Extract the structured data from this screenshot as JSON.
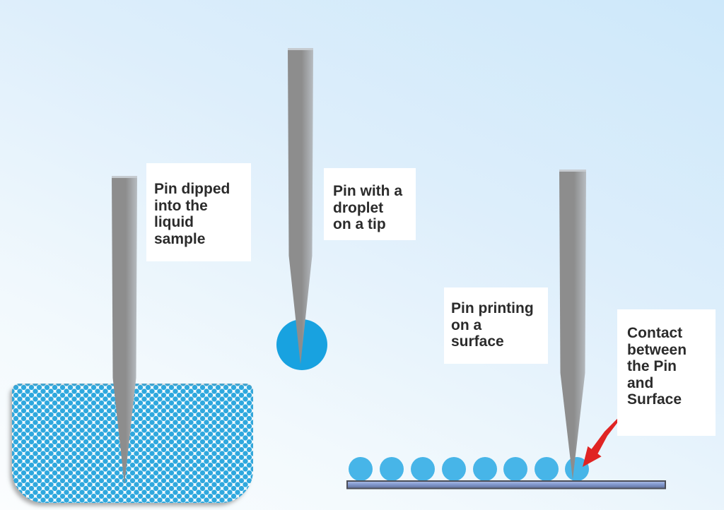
{
  "diagram": {
    "labels": {
      "dip": "Pin dipped\ninto the\nliquid\nsample",
      "droplet": "Pin with a\ndroplet\non a tip",
      "printing": "Pin printing\non a\nsurface",
      "contact": "Contact\nbetween\nthe Pin\nand\nSurface"
    },
    "printed_droplet_count": 8,
    "colors": {
      "background_top": "#cde8fa",
      "background_bottom": "#fbfdfe",
      "pin_dark": "#8d8d8d",
      "pin_light": "#b7bcc1",
      "pin_cap": "#c6cbd0",
      "droplet_blue": "#18a2e0",
      "printed_drop_blue": "#47b5e8",
      "liquid_dot_blue": "#2fa8de",
      "arrow_red": "#e02423",
      "label_text": "#2b2b2b",
      "label_background": "#ffffff",
      "bar_border": "#4c4e58",
      "bar_fill_top": "#aebfe8",
      "bar_fill_mid": "#8399cf",
      "bar_fill_bottom": "#5f6f9a"
    }
  }
}
